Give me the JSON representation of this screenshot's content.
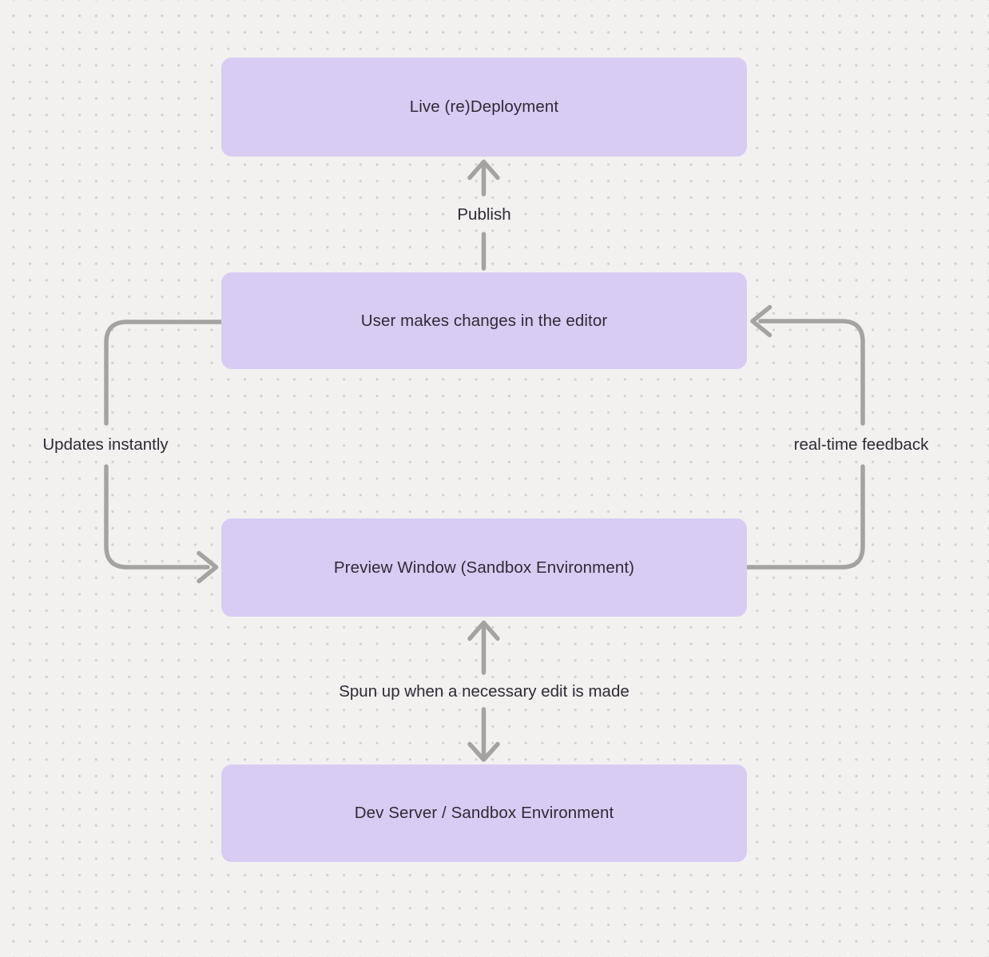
{
  "diagram": {
    "nodes": [
      {
        "id": "live-deployment",
        "label": "Live (re)Deployment"
      },
      {
        "id": "user-editor",
        "label": "User makes changes in the editor"
      },
      {
        "id": "preview-window",
        "label": "Preview Window (Sandbox Environment)"
      },
      {
        "id": "dev-server",
        "label": "Dev Server / Sandbox Environment"
      }
    ],
    "edges": [
      {
        "id": "publish",
        "label": "Publish",
        "from": "user-editor",
        "to": "live-deployment",
        "arrowheads": "to"
      },
      {
        "id": "updates-instantly",
        "label": "Updates instantly",
        "from": "user-editor",
        "to": "preview-window",
        "arrowheads": "to"
      },
      {
        "id": "real-time-feedback",
        "label": "real-time feedback",
        "from": "preview-window",
        "to": "user-editor",
        "arrowheads": "to"
      },
      {
        "id": "spun-up",
        "label": "Spun up when a necessary edit is made",
        "from": "dev-server",
        "to": "preview-window",
        "arrowheads": "both"
      }
    ],
    "colors": {
      "background": "#f2f1f0",
      "grid-dot": "#d2d0ce",
      "node-fill": "#d8ccf3",
      "node-text": "#2e2b35",
      "connector": "#a5a3a2",
      "label-text": "#2e2b35"
    }
  }
}
